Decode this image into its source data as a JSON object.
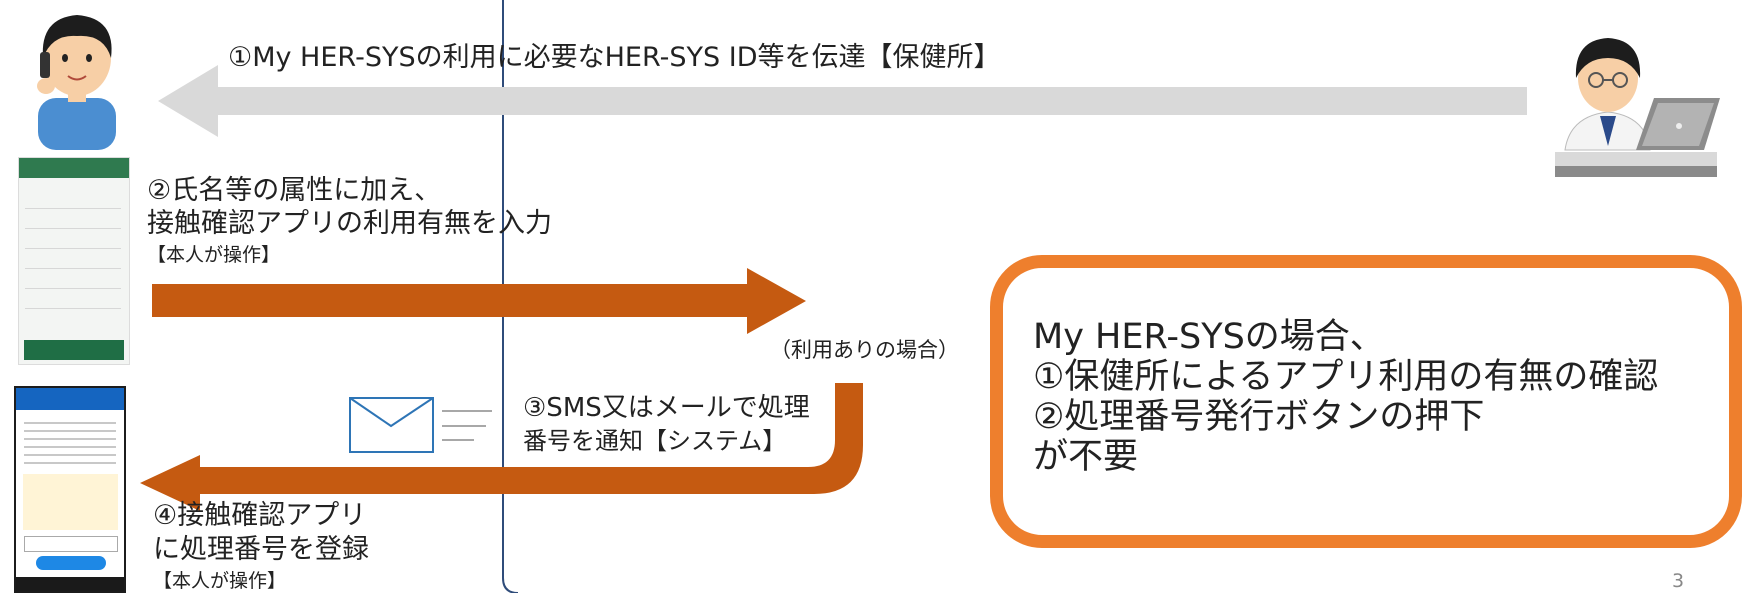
{
  "colors": {
    "grey_arrow": "#d9d9d9",
    "orange_arrow": "#c55a11",
    "callout_border": "#ee7f2d",
    "divider": "#2f4c7a",
    "envelope": "#2e75b6"
  },
  "icons": {
    "citizen": "person-on-phone-icon",
    "health_center": "doctor-at-laptop-icon",
    "mail": "envelope-icon"
  },
  "step1": {
    "text": "①My HER-SYSの利用に必要なHER-SYS ID等を伝達【保健所】"
  },
  "step2": {
    "line1": "②氏名等の属性に加え、",
    "line2": "接触確認アプリの利用有無を入力",
    "actor": "【本人が操作】"
  },
  "condition": {
    "text": "（利用ありの場合）"
  },
  "step3": {
    "line1": "③SMS又はメールで処理",
    "line2": "番号を通知【システム】"
  },
  "step4": {
    "line1": "④接触確認アプリ",
    "line2": "に処理番号を登録",
    "actor": "【本人が操作】"
  },
  "callout": {
    "line1": "My HER-SYSの場合、",
    "line2": "①保健所によるアプリ利用の有無の確認",
    "line3": "②処理番号発行ボタンの押下",
    "line4": "が不要"
  },
  "page_number": "3"
}
